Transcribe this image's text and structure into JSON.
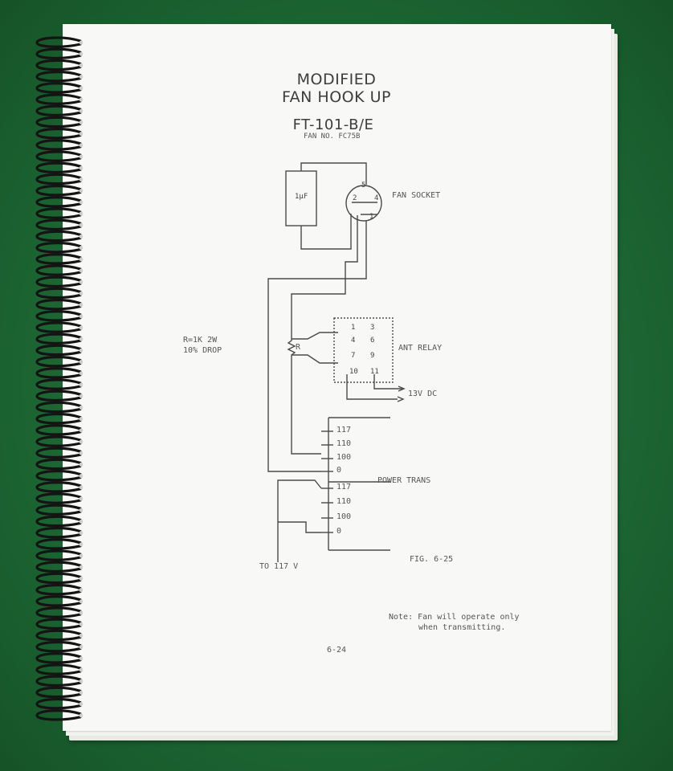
{
  "document": {
    "title_line1": "MODIFIED",
    "title_line2": "FAN HOOK UP",
    "model": "FT-101-B/E",
    "fan_no": "FAN NO. FC75B",
    "capacitor_label": "1µF",
    "fan_socket_label": "FAN SOCKET",
    "socket_pins": [
      "5",
      "2",
      "4",
      "1"
    ],
    "resistor_note_line1": "R=1K 2W",
    "resistor_note_line2": "10% DROP",
    "resistor_symbol_label": "R",
    "relay_label": "ANT RELAY",
    "relay_pins_left": [
      "1",
      "4",
      "7",
      "10"
    ],
    "relay_pins_right": [
      "3",
      "6",
      "9",
      "11"
    ],
    "dc_label": "13V DC",
    "trans_taps_upper": [
      "117",
      "110",
      "100",
      "0"
    ],
    "trans_taps_lower": [
      "117",
      "110",
      "100",
      "0"
    ],
    "power_trans_label": "POWER TRANS",
    "to_label": "TO 117 V",
    "fig_label": "FIG. 6-25",
    "note_line1": "Note: Fan will operate only",
    "note_line2": "when transmitting.",
    "page_number": "6-24"
  },
  "colors": {
    "background": "#1e6b36",
    "paper": "#f8f8f6",
    "ink": "#3c3c3c"
  }
}
